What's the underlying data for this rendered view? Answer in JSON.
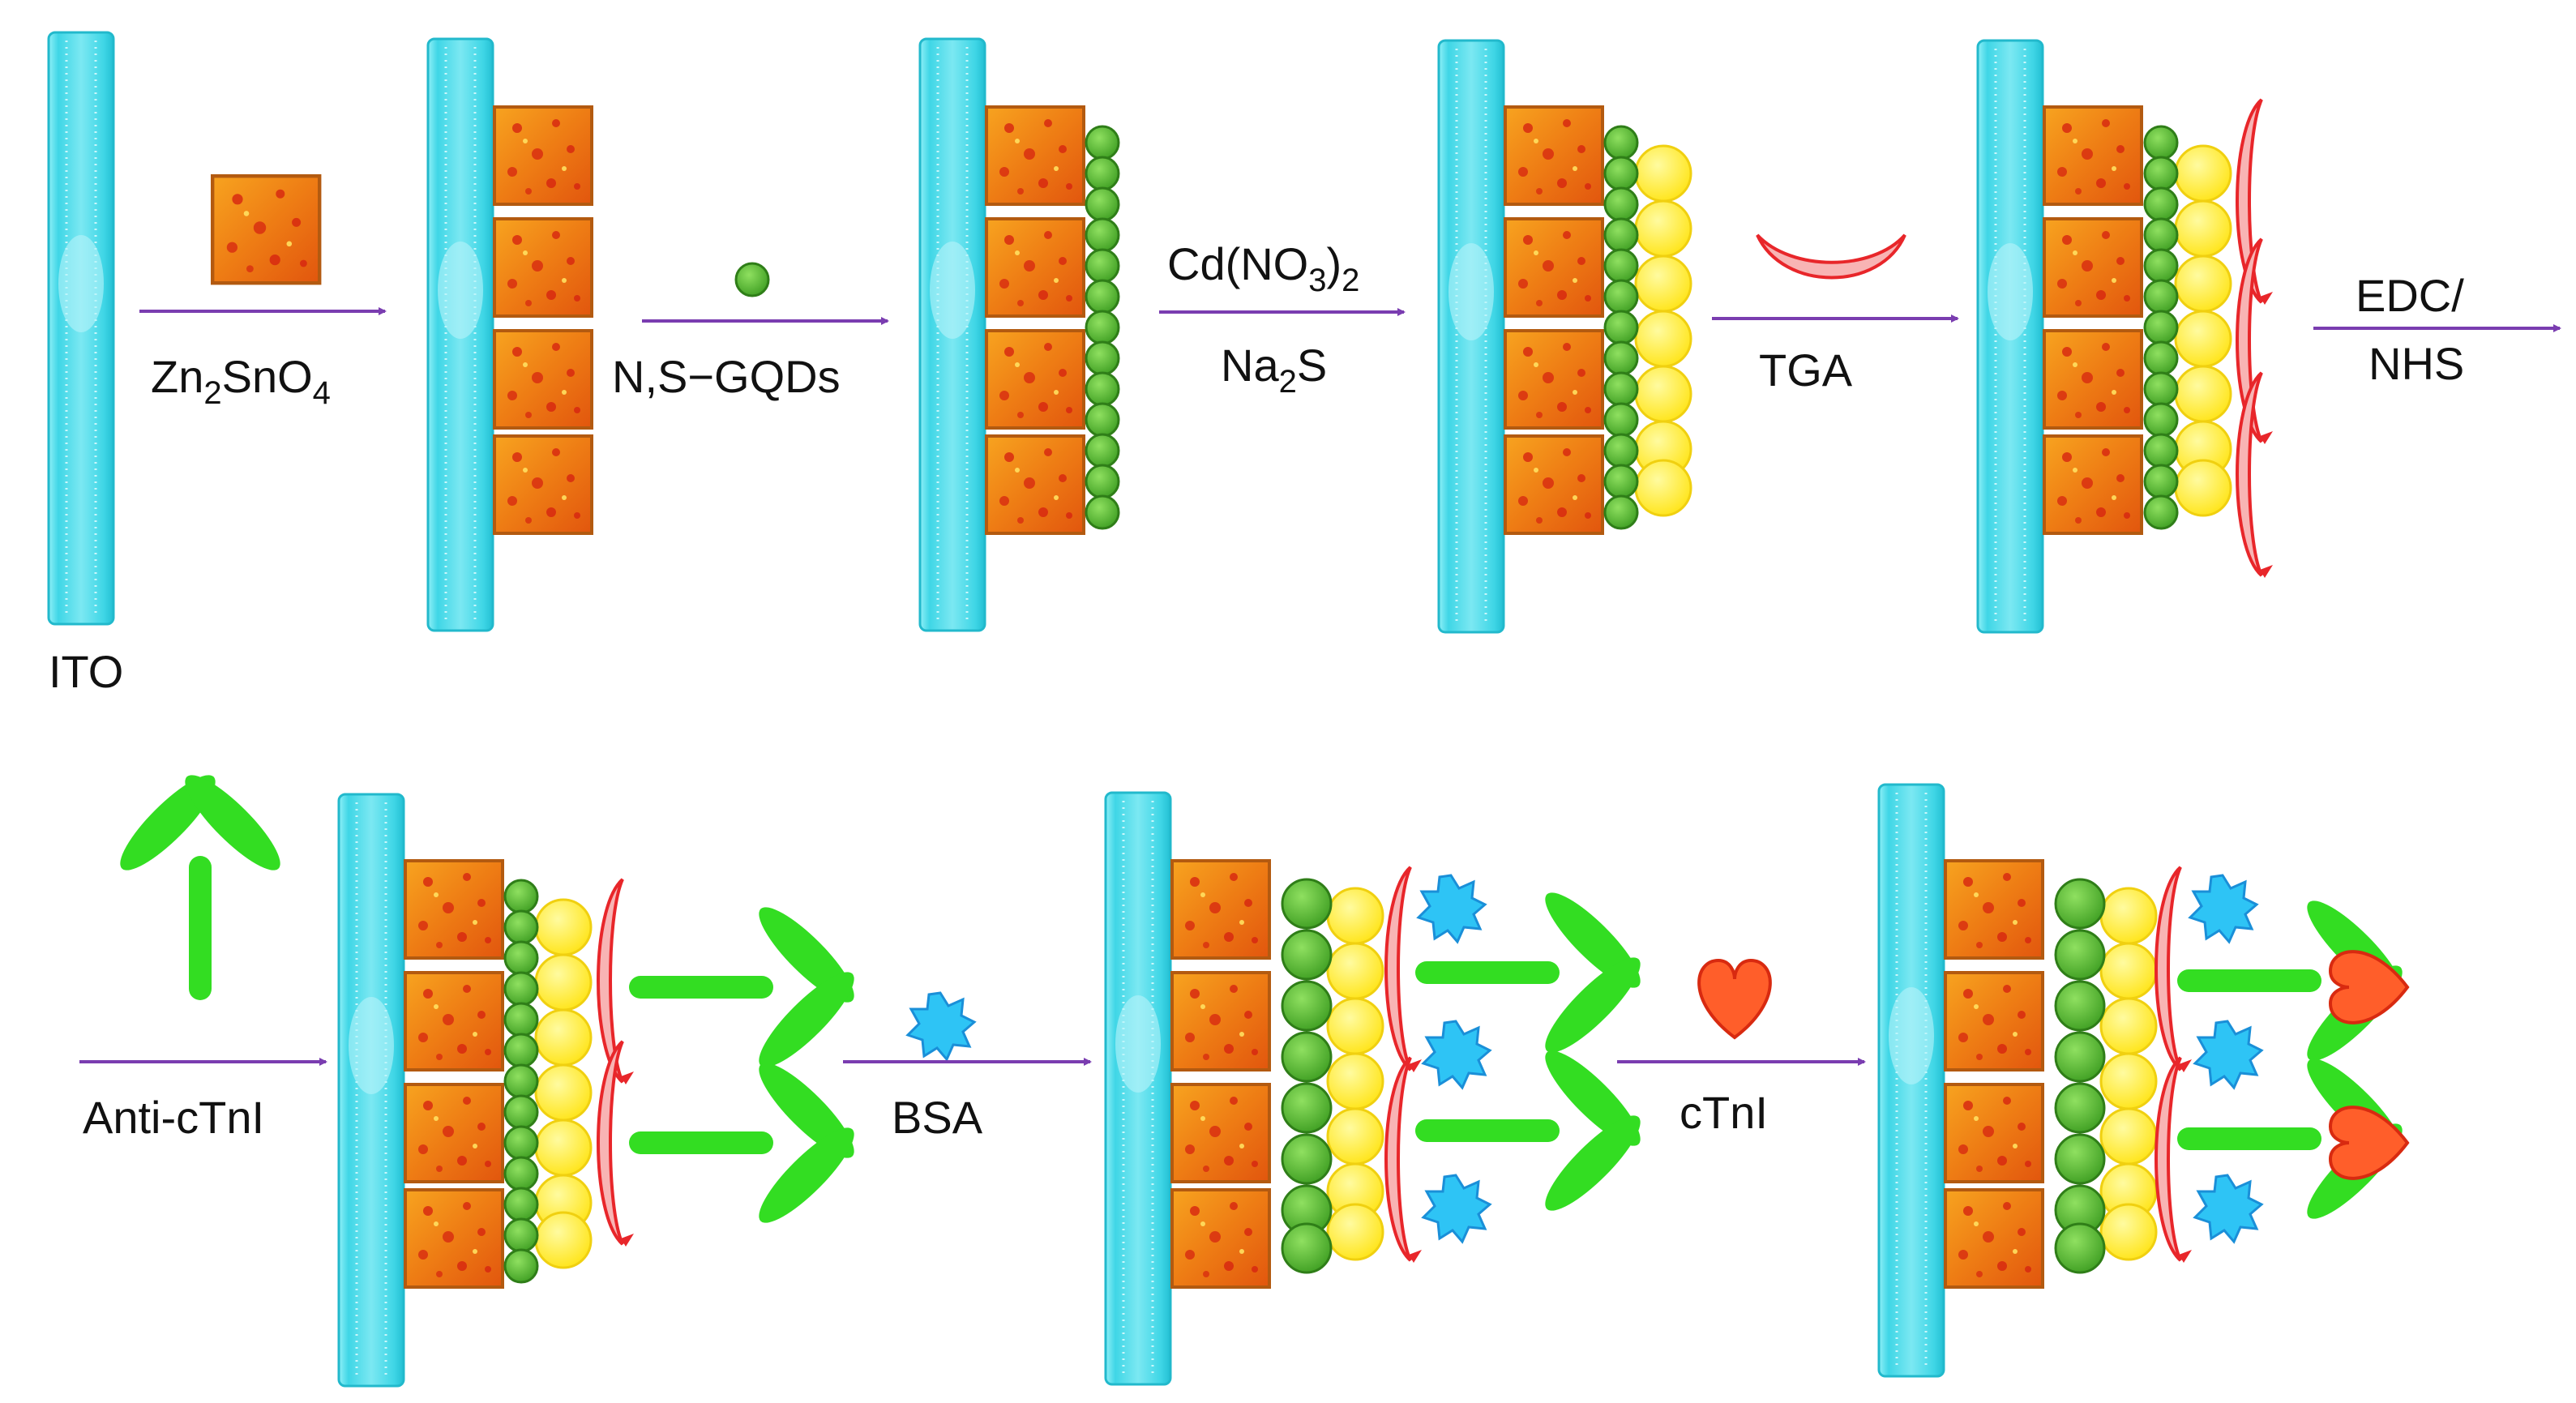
{
  "labels": {
    "ito": "ITO",
    "zn_base": "Zn",
    "zn_sub": "2",
    "sn_base": "SnO",
    "sn_sub": "4",
    "gqds": "N,S−GQDs",
    "cd_base": "Cd(NO",
    "cd_sub": "3",
    "cd_close": ")",
    "cd_sub2": "2",
    "na_base": "Na",
    "na_sub": "2",
    "na_end": "S",
    "tga": "TGA",
    "edc": "EDC/",
    "nhs": "NHS",
    "anti": "Anti-cTnI",
    "bsa": "BSA",
    "ctni": "cTnI"
  },
  "colors": {
    "electrode": "#3FD6E6",
    "zn2sno4": "#F08A1A",
    "gqd": "#5CC236",
    "cds": "#FFF03A",
    "tga": "#F25C5C",
    "antibody": "#33DD22",
    "bsa": "#1AAFF0",
    "ctni": "#FF5522",
    "arrow": "#7A3DB0"
  },
  "icons": [
    "electrode-icon",
    "cube-icon",
    "gqd-dot-icon",
    "cds-circle-icon",
    "tga-crescent-icon",
    "antibody-icon",
    "bsa-icon",
    "ctni-heart-icon",
    "arrow-icon"
  ]
}
